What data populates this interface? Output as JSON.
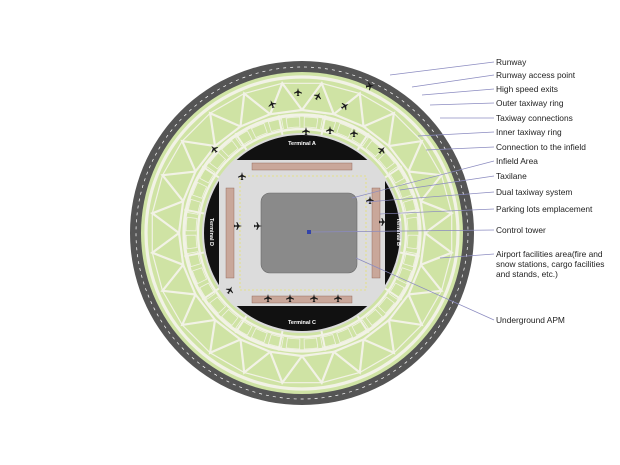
{
  "labels": [
    {
      "id": "runway",
      "text": "Runway"
    },
    {
      "id": "runway-access-point",
      "text": "Runway access point"
    },
    {
      "id": "high-speed-exits",
      "text": "High speed exits"
    },
    {
      "id": "outer-taxiway-ring",
      "text": "Outer taxiway ring"
    },
    {
      "id": "taxiway-connections",
      "text": "Taxiway connections"
    },
    {
      "id": "inner-taxiway-ring",
      "text": "Inner taxiway ring"
    },
    {
      "id": "connection-to-infield",
      "text": "Connection to the infield"
    },
    {
      "id": "infield-area",
      "text": "Infield Area"
    },
    {
      "id": "taxilane",
      "text": "Taxilane"
    },
    {
      "id": "dual-taxiway-system",
      "text": "Dual taxiway system"
    },
    {
      "id": "parking-lots",
      "text": "Parking lots emplacement"
    },
    {
      "id": "control-tower",
      "text": "Control tower"
    },
    {
      "id": "airport-facilities",
      "text": "Airport facilities area(fire and snow stations, cargo facilities and stands, etc.)"
    },
    {
      "id": "underground-apm",
      "text": "Underground APM"
    }
  ],
  "terminals": {
    "a": "Terminal A",
    "b": "Terminal B",
    "c": "Terminal C",
    "d": "Terminal D"
  },
  "colors": {
    "runway": "#555555",
    "green": "#cfe3a4",
    "taxiway": "#f2f2e6",
    "apron": "#d9d9d9",
    "infield": "#8a8a8a",
    "terminal": "#111111",
    "stands": "#c9a79a",
    "leader": "#8b8bc0"
  }
}
